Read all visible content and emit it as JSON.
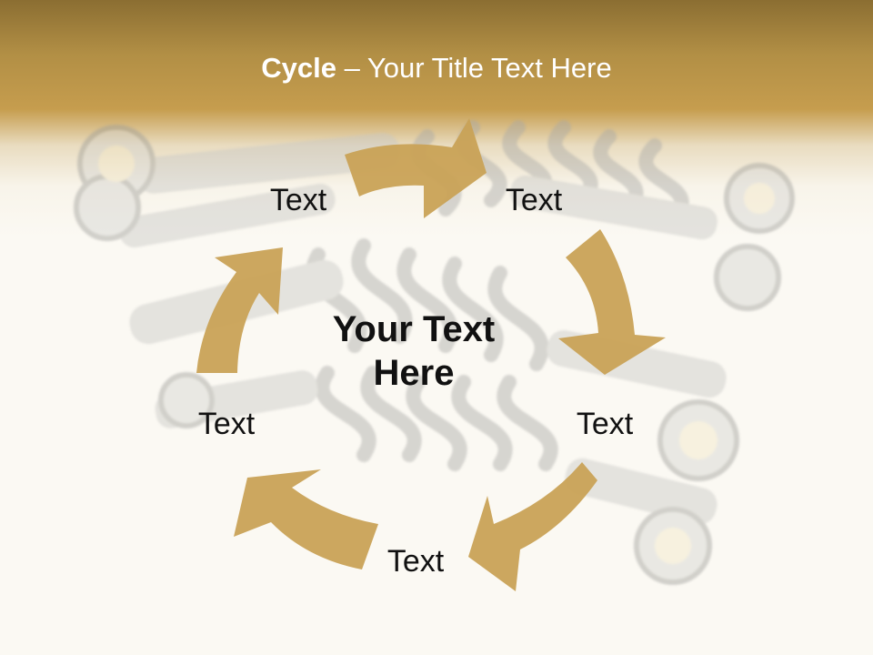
{
  "slide": {
    "title_bold": "Cycle",
    "title_rest": " – Your Title Text Here",
    "center_text": "Your Text Here",
    "labels": [
      "Text",
      "Text",
      "Text",
      "Text",
      "Text"
    ],
    "colors": {
      "header_gold": "#c69d4e",
      "arrow_gold": "#c9a256",
      "background": "#fbf9f3"
    },
    "background_image": "shock-absorber-springs"
  }
}
